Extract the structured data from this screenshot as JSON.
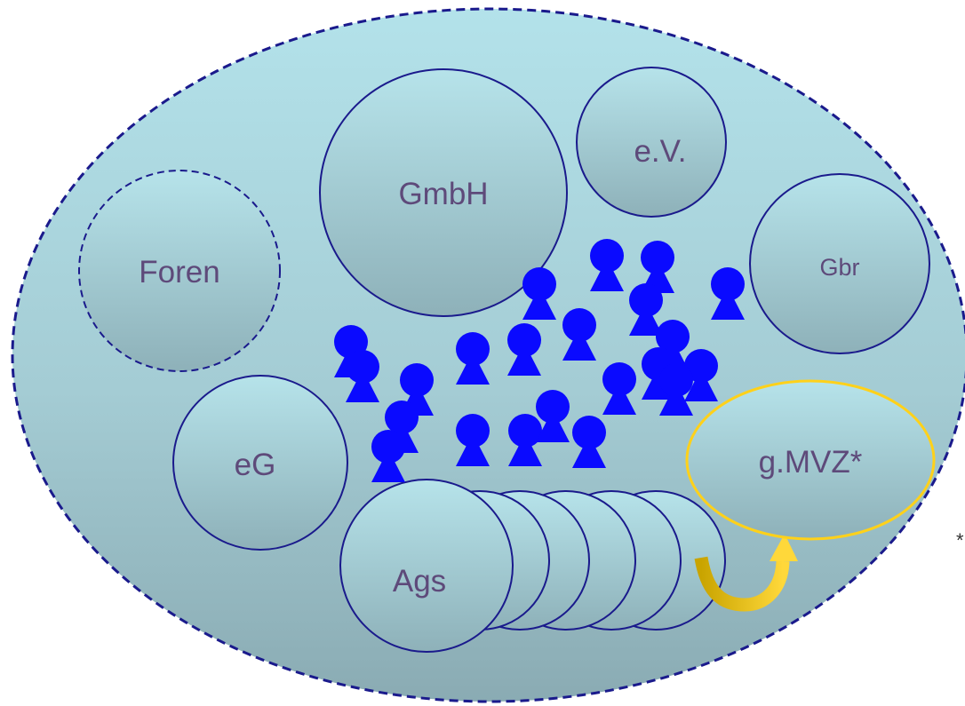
{
  "diagram": {
    "circles": {
      "foren": "Foren",
      "gmbh": "GmbH",
      "ev": "e.V.",
      "gbr": "Gbr",
      "eg": "eG",
      "ags": "Ags",
      "gmvz": "g.MVZ*"
    },
    "footnote_mark": "*",
    "colors": {
      "outer_fill_top": "#b2e0e8",
      "outer_fill_bottom": "#8fb1ba",
      "outline": "#1a1a8c",
      "person": "#0a0aff",
      "highlight": "#ffdd33",
      "arrow": "#e0b800",
      "label": "#5e4a7a"
    },
    "icons": {
      "person": "person-icon",
      "arrow": "curved-arrow-icon"
    }
  }
}
